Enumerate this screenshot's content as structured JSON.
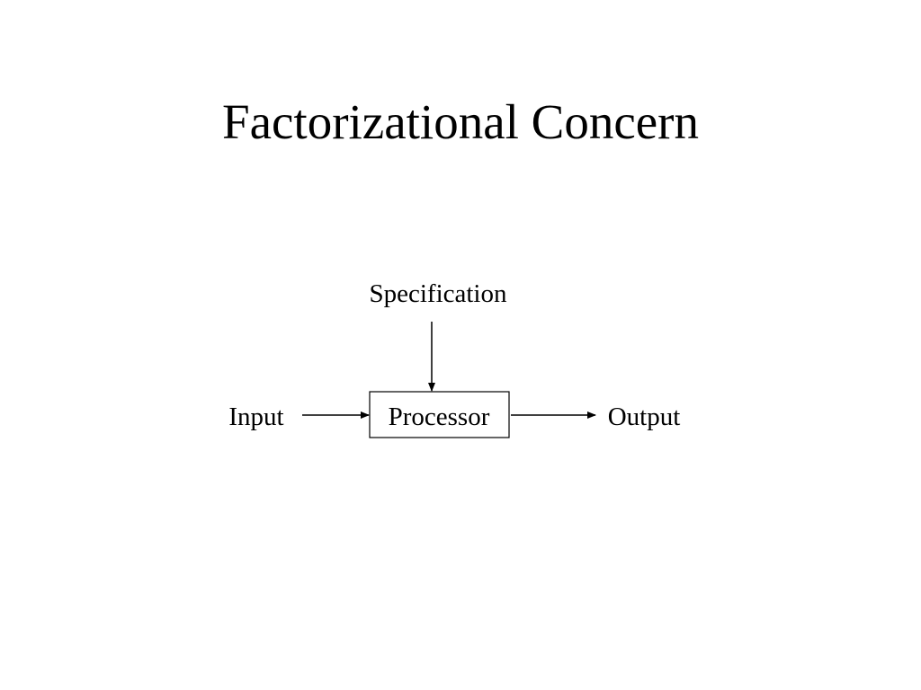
{
  "slide": {
    "title": "Factorizational Concern"
  },
  "diagram": {
    "nodes": {
      "specification": "Specification",
      "input": "Input",
      "processor": "Processor",
      "output": "Output"
    },
    "edges": [
      {
        "from": "specification",
        "to": "processor"
      },
      {
        "from": "input",
        "to": "processor"
      },
      {
        "from": "processor",
        "to": "output"
      }
    ]
  }
}
